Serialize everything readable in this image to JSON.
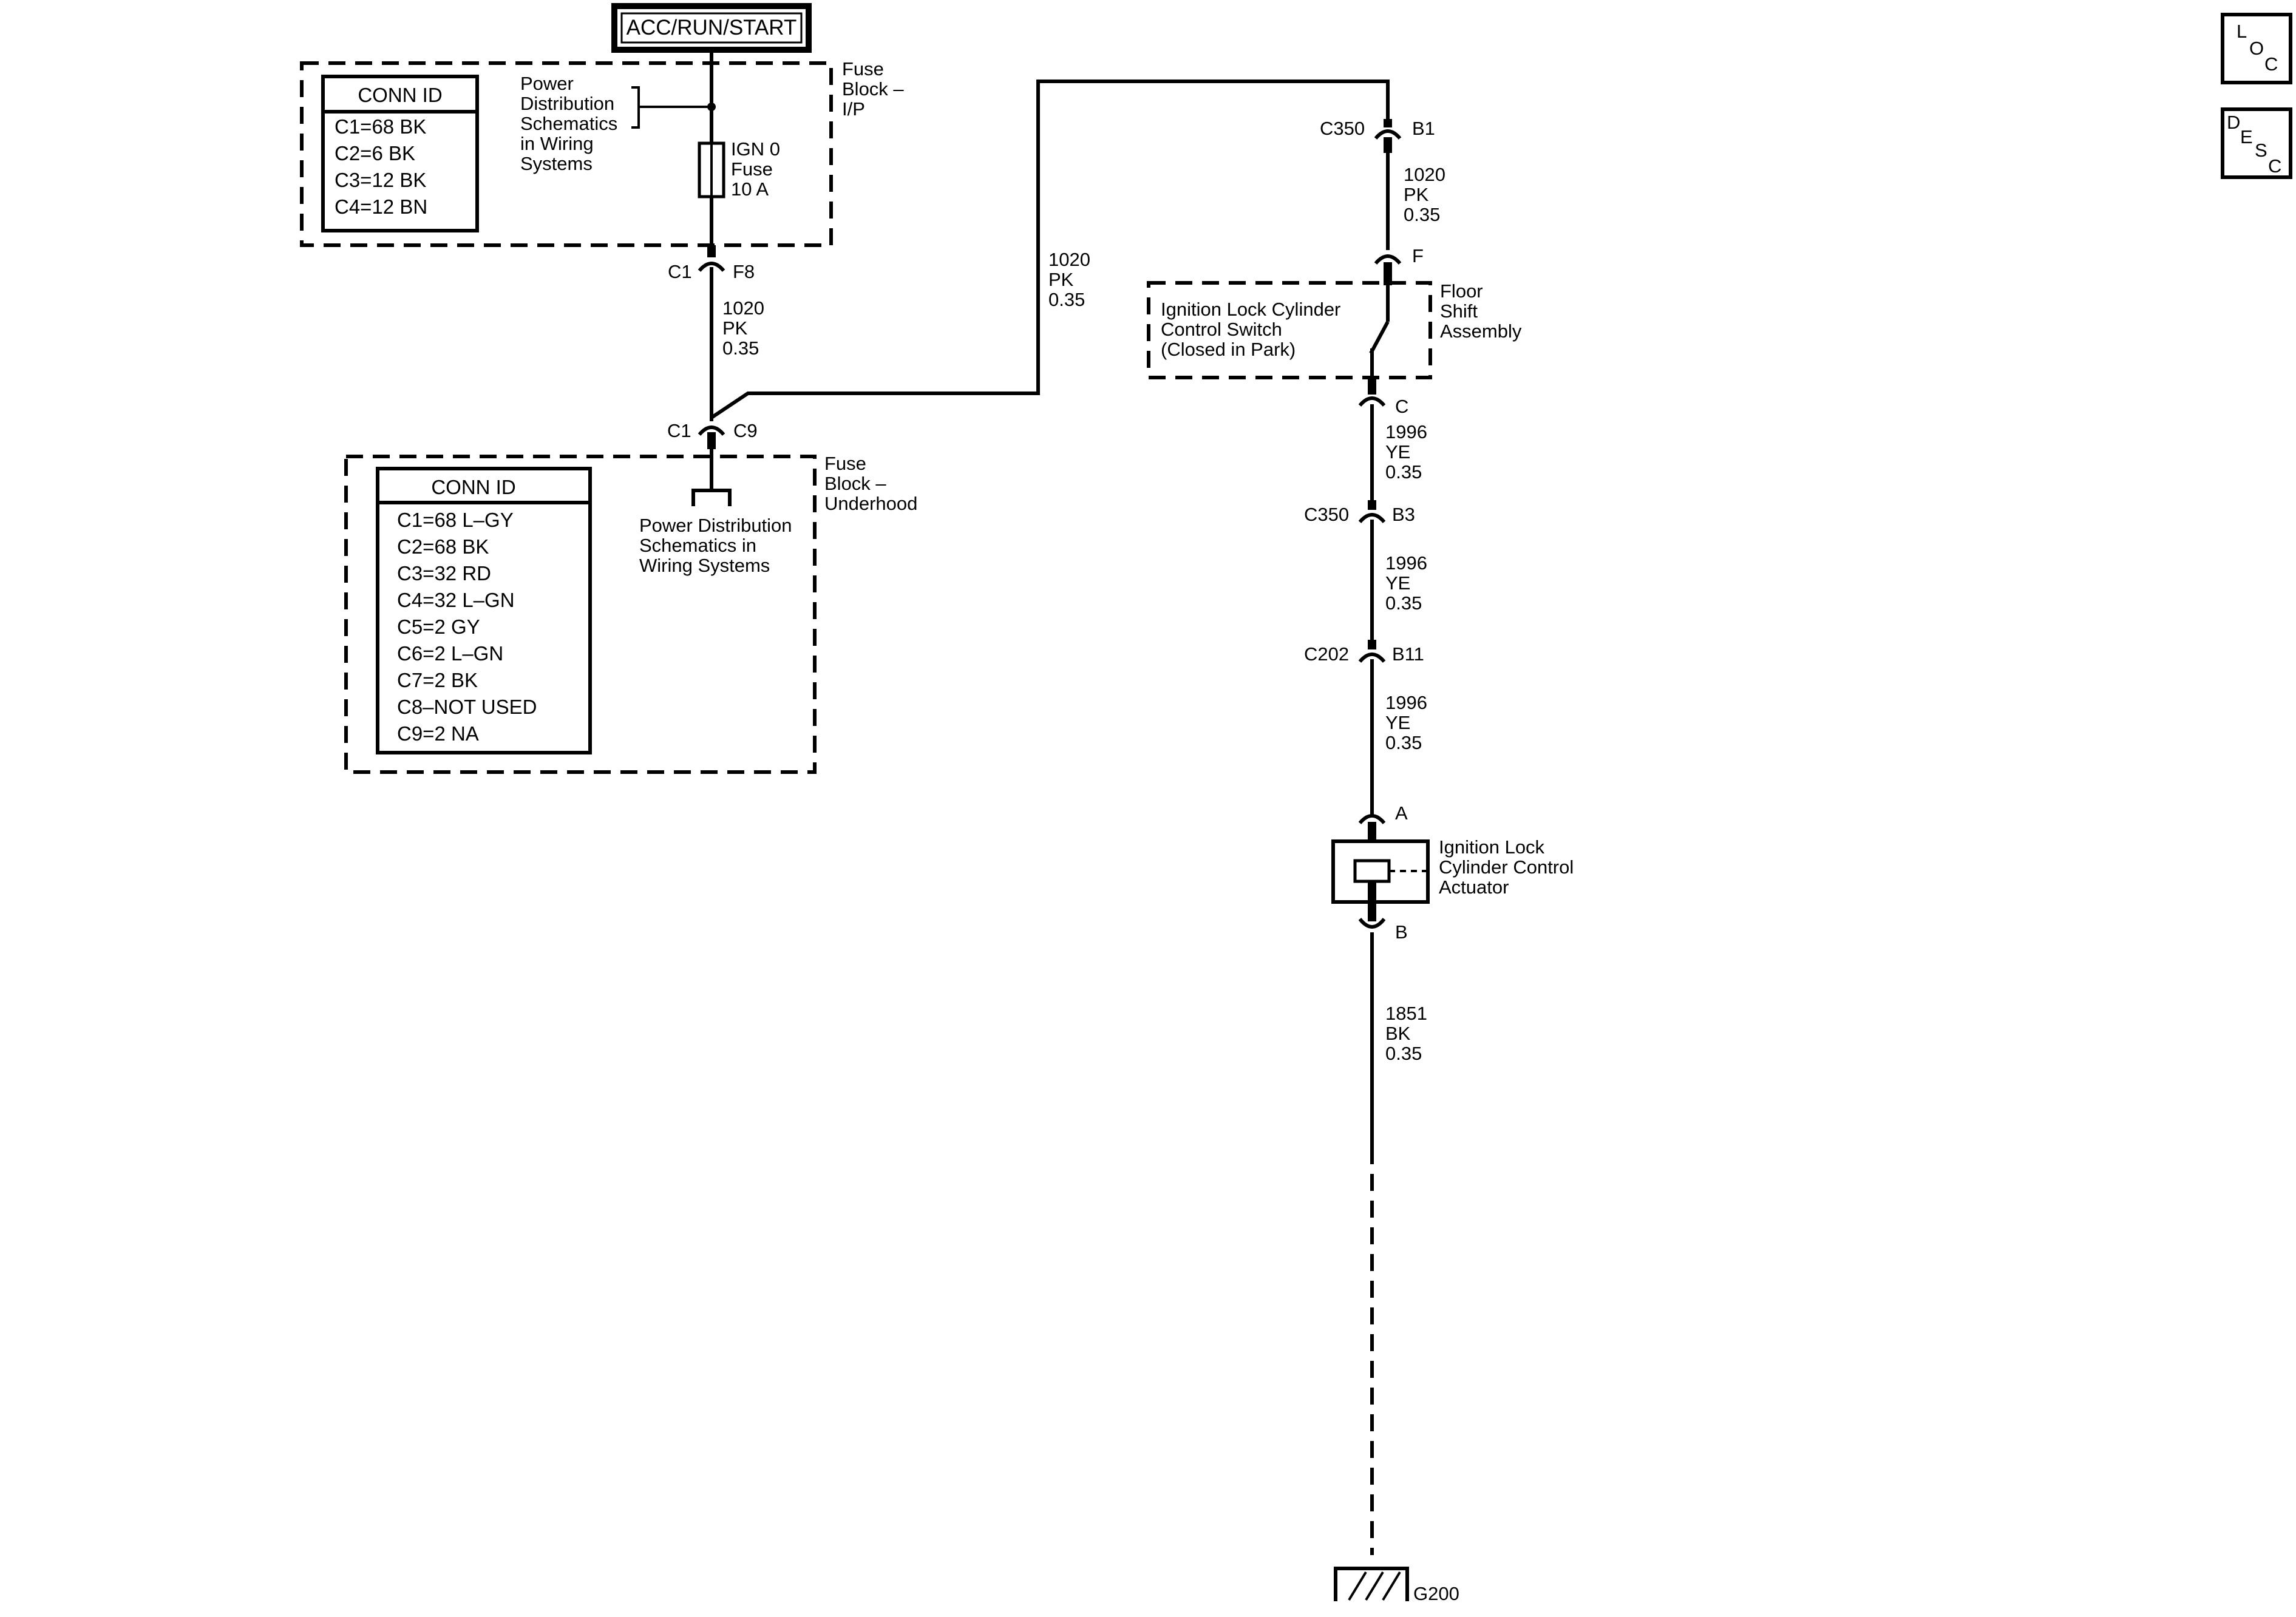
{
  "power_source": "ACC/RUN/START",
  "fuse_block_ip": {
    "label": [
      "Fuse",
      "Block –",
      "I/P"
    ],
    "conn_id_title": "CONN ID",
    "conn_ids": [
      "C1=68 BK",
      "C2=6 BK",
      "C3=12 BK",
      "C4=12 BN"
    ],
    "power_dist_ref": [
      "Power",
      "Distribution",
      "Schematics",
      "in Wiring",
      "Systems"
    ],
    "fuse": [
      "IGN 0",
      "Fuse",
      "10 A"
    ],
    "out_conn": "C1",
    "out_pin": "F8"
  },
  "wire_fuse_to_underhood": [
    "1020",
    "PK",
    "0.35"
  ],
  "fuse_block_underhood": {
    "label": [
      "Fuse",
      "Block –",
      "Underhood"
    ],
    "conn_id_title": "CONN ID",
    "conn_ids": [
      "C1=68 L–GY",
      "C2=68 BK",
      "C3=32 RD",
      "C4=32 L–GN",
      "C5=2 GY",
      "C6=2 L–GN",
      "C7=2 BK",
      "C8–NOT USED",
      "C9=2 NA"
    ],
    "power_dist_ref": [
      "Power Distribution",
      "Schematics in",
      "Wiring  Systems"
    ],
    "in_conn": "C1",
    "in_pin": "C9"
  },
  "wire_underhood_to_c350": [
    "1020",
    "PK",
    "0.35"
  ],
  "c350_b1": {
    "conn": "C350",
    "pin": "B1"
  },
  "wire_c350_to_switch": [
    "1020",
    "PK",
    "0.35"
  ],
  "floor_shift": {
    "label": [
      "Floor",
      "Shift",
      "Assembly"
    ],
    "switch_label": [
      "Ignition Lock Cylinder",
      "Control Switch",
      "(Closed in Park)"
    ],
    "pin_top": "F",
    "pin_bottom": "C"
  },
  "wire_switch_to_c350": [
    "1996",
    "YE",
    "0.35"
  ],
  "c350_b3": {
    "conn": "C350",
    "pin": "B3"
  },
  "wire_c350_to_c202": [
    "1996",
    "YE",
    "0.35"
  ],
  "c202_b11": {
    "conn": "C202",
    "pin": "B11"
  },
  "wire_c202_to_actuator": [
    "1996",
    "YE",
    "0.35"
  ],
  "actuator": {
    "label": [
      "Ignition Lock",
      "Cylinder Control",
      "Actuator"
    ],
    "pin_top": "A",
    "pin_bottom": "B"
  },
  "wire_actuator_to_ground": [
    "1851",
    "BK",
    "0.35"
  ],
  "ground": "G200",
  "nav_buttons": {
    "loc": [
      "L",
      "O",
      "C"
    ],
    "desc": [
      "D",
      "E",
      "S",
      "C"
    ]
  }
}
